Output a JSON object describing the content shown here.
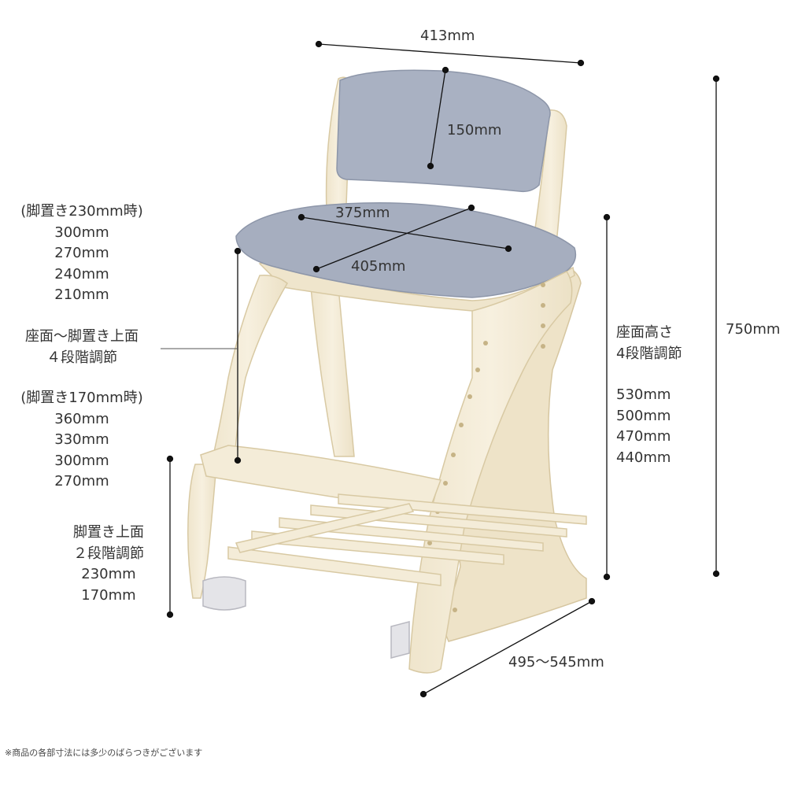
{
  "dimensions": {
    "overall_width": "413mm",
    "backrest_height": "150mm",
    "seat_width": "375mm",
    "seat_depth": "405mm",
    "overall_height": "750mm",
    "base_depth": "495〜545mm"
  },
  "seat_to_footrest": {
    "heading": "座面〜脚置き上面",
    "steps": "４段階調節",
    "group_230": {
      "label": "(脚置き230mm時)",
      "values": [
        "300mm",
        "270mm",
        "240mm",
        "210mm"
      ]
    },
    "group_170": {
      "label": "(脚置き170mm時)",
      "values": [
        "360mm",
        "330mm",
        "300mm",
        "270mm"
      ]
    }
  },
  "seat_height": {
    "heading": "座面高さ",
    "steps": "4段階調節",
    "values": [
      "530mm",
      "500mm",
      "470mm",
      "440mm"
    ]
  },
  "footrest": {
    "heading": "脚置き上面",
    "steps": "２段階調節",
    "values": [
      "230mm",
      "170mm"
    ]
  },
  "footnote": "※商品の各部寸法には多少のばらつきがございます",
  "colors": {
    "wood": "#f4ecd8",
    "wood_edge": "#d8c9a3",
    "upholstery": "#a6aebf",
    "upholstery_edge": "#8d96a9",
    "dimension_line": "#111111"
  }
}
